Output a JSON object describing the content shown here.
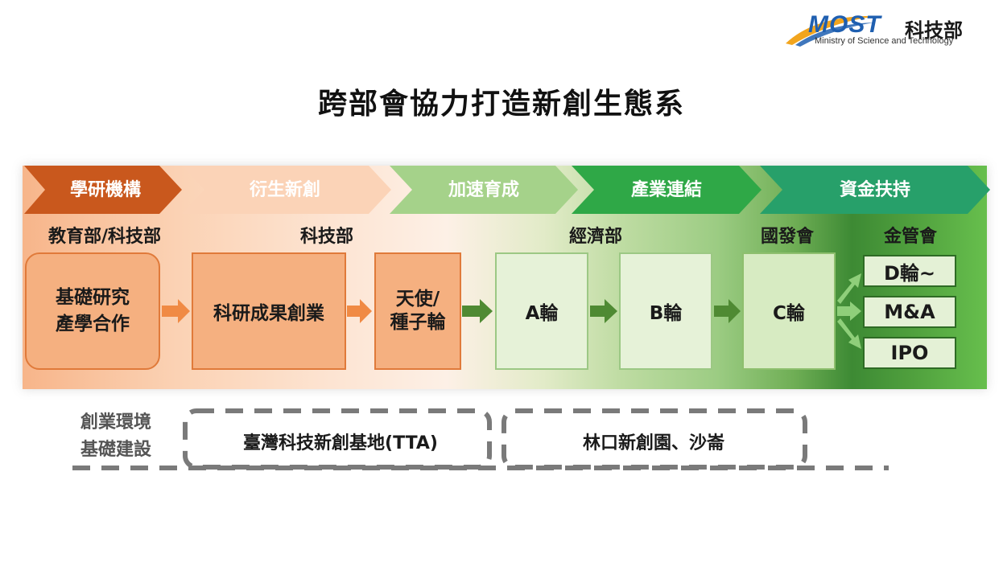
{
  "logo": {
    "brand": "MOST",
    "name_cn": "科技部",
    "name_en": "Ministry of Science and Technology"
  },
  "title": "跨部會協力打造新創生態系",
  "colors": {
    "orange": "#f5b080",
    "dark_orange": "#c85a1c",
    "green_dark": "#2aa150",
    "teal": "#22a06b"
  },
  "stages": [
    {
      "label": "學研機構"
    },
    {
      "label": "衍生新創"
    },
    {
      "label": "加速育成"
    },
    {
      "label": "產業連結"
    },
    {
      "label": "資金扶持"
    }
  ],
  "agencies": [
    "教育部/科技部",
    "科技部",
    "經濟部",
    "國發會",
    "金管會"
  ],
  "boxes": {
    "research": [
      "基礎研究",
      "產學合作"
    ],
    "spinoff": "科研成果創業",
    "seed": [
      "天使/",
      "種子輪"
    ],
    "round_a": "A輪",
    "round_b": "B輪",
    "round_c": "C輪",
    "exits": [
      "D輪~",
      "M&A",
      "IPO"
    ]
  },
  "infrastructure": {
    "label": [
      "創業環境",
      "基礎建設"
    ],
    "items": [
      "臺灣科技新創基地(TTA)",
      "林口新創園、沙崙"
    ]
  }
}
